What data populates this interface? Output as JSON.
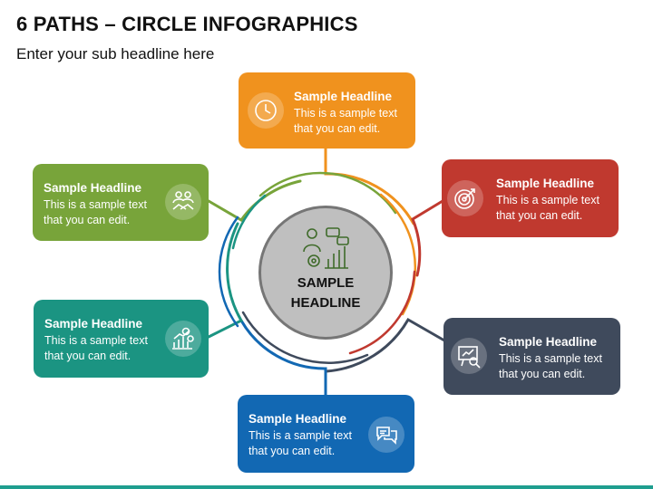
{
  "title": "6 PATHS – CIRCLE INFOGRAPHICS",
  "subtitle": "Enter your sub headline here",
  "center": {
    "label": "SAMPLE HEADLINE"
  },
  "cards": [
    {
      "headline": "Sample Headline",
      "line1": "This is a sample text",
      "line2": "that you can edit.",
      "color": "#f0921e",
      "icon": "clock-icon"
    },
    {
      "headline": "Sample Headline",
      "line1": "This is a sample text",
      "line2": "that you can edit.",
      "color": "#c0392f",
      "icon": "target-icon"
    },
    {
      "headline": "Sample Headline",
      "line1": "This is a sample text",
      "line2": "that you can edit.",
      "color": "#3f4a5c",
      "icon": "presentation-icon"
    },
    {
      "headline": "Sample Headline",
      "line1": "This is a sample text",
      "line2": "that you can edit.",
      "color": "#1268b3",
      "icon": "chat-icon"
    },
    {
      "headline": "Sample Headline",
      "line1": "This is a sample text",
      "line2": "that you can edit.",
      "color": "#1b9482",
      "icon": "growth-icon"
    },
    {
      "headline": "Sample Headline",
      "line1": "This is a sample text",
      "line2": "that you can edit.",
      "color": "#78a43a",
      "icon": "handshake-icon"
    }
  ],
  "colors": {
    "accent_bar": "#1f9e8f",
    "center_fill": "#bfbfbf",
    "center_ring": "#767676"
  }
}
